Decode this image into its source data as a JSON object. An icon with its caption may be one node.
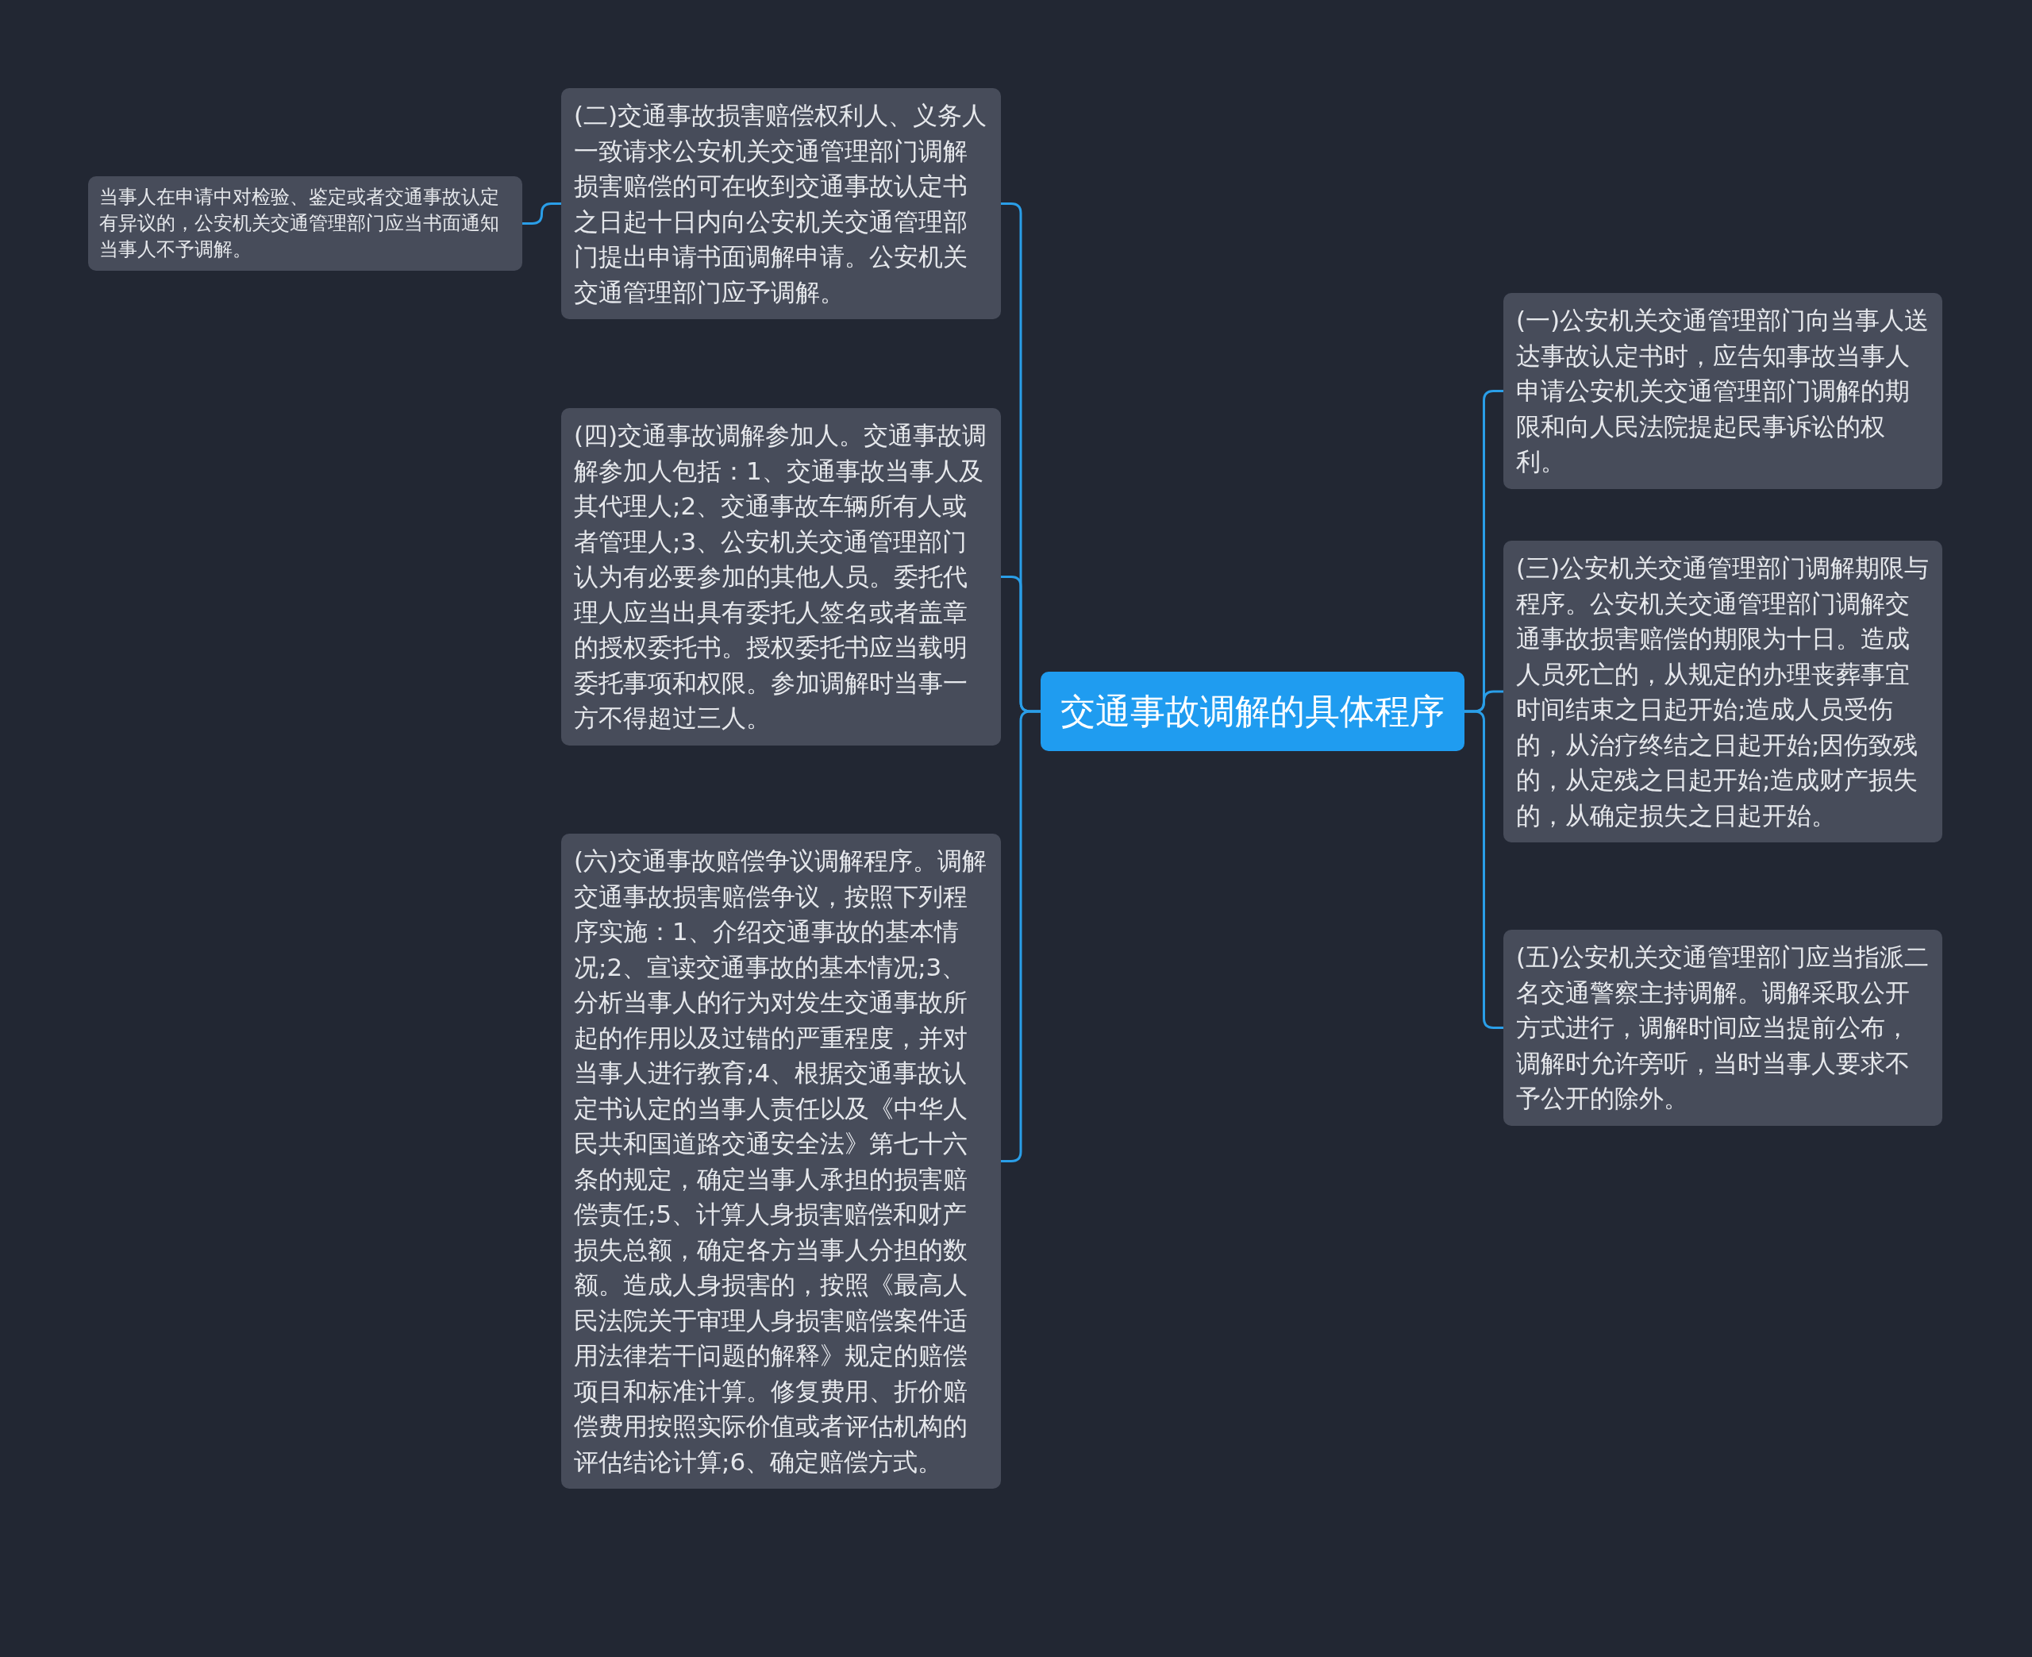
{
  "diagram": {
    "nodes": [
      {
        "text": [
          "交通事故调解的具体程序"
        ]
      },
      {
        "text": [
          "(二)交通事故损害赔偿权利人、义务人一致请求公安机关交通管理部门调解损害赔偿的可在收到交通事故认定书之日起十日内向公安机关交通管理部门提出申请书面调解申请。公安机关交通管理部门应予调解。"
        ]
      },
      {
        "text": [
          "当事人在申请中对检验、鉴定或者交通事故认定有异议的，公安机关交通管理部门应当书面通知当事人不予调解。"
        ]
      },
      {
        "text": [
          "(四)交通事故调解参加人。交通事故调解参加人包括：1、交通事故当事人及其代理人;2、交通事故车辆所有人或者管理人;3、公安机关交通管理部门认为有必要参加的其他人员。委托代理人应当出具有委托人签名或者盖章的授权委托书。授权委托书应当载明委托事项和权限。参加调解时当事一方不得超过三人。"
        ]
      },
      {
        "text": [
          "(六)交通事故赔偿争议调解程序。调解交通事故损害赔偿争议，按照下列程序实施：1、介绍交通事故的基本情况;2、宣读交通事故的基本情况;3、分析当事人的行为对发生交通事故所起的作用以及过错的严重程度，并对当事人进行教育;4、根据交通事故认定书认定的当事人责任以及《中华人民共和国道路交通安全法》第七十六条的规定，确定当事人承担的损害赔偿责任;5、计算人身损害赔偿和财产损失总额，确定各方当事人分担的数额。造成人身损害的，按照《最高人民法院关于审理人身损害赔偿案件适用法律若干问题的解释》规定的赔偿项目和标准计算。修复费用、折价赔偿费用按照实际价值或者评估机构的评估结论计算;6、确定赔偿方式。"
        ]
      },
      {
        "text": [
          "(一)公安机关交通管理部门向当事人送达事故认定书时，应告知事故当事人申请公安机关交通管理部门调解的期限和向人民法院提起民事诉讼的权利。"
        ]
      },
      {
        "text": [
          "(三)公安机关交通管理部门调解期限与程序。公安机关交通管理部门调解交通事故损害赔偿的期限为十日。造成人员死亡的，从规定的办理丧葬事宜时间结束之日起开始;造成人员受伤的，从治疗终结之日起开始;因伤致残的，从定残之日起开始;造成财产损失的，从确定损失之日起开始。"
        ]
      },
      {
        "text": [
          "(五)公安机关交通管理部门应当指派二名交通警察主持调解。调解采取公开方式进行，调解时间应当提前公布，调解时允许旁听，当时当事人要求不予公开的除外。"
        ]
      }
    ],
    "edges": [
      {
        "from": 0,
        "to": 1,
        "arrow": "none"
      },
      {
        "from": 1,
        "to": 2,
        "arrow": "none"
      },
      {
        "from": 0,
        "to": 3,
        "arrow": "none"
      },
      {
        "from": 0,
        "to": 4,
        "arrow": "none"
      },
      {
        "from": 0,
        "to": 5,
        "arrow": "none"
      },
      {
        "from": 0,
        "to": 6,
        "arrow": "none"
      },
      {
        "from": 0,
        "to": 7,
        "arrow": "none"
      }
    ]
  }
}
